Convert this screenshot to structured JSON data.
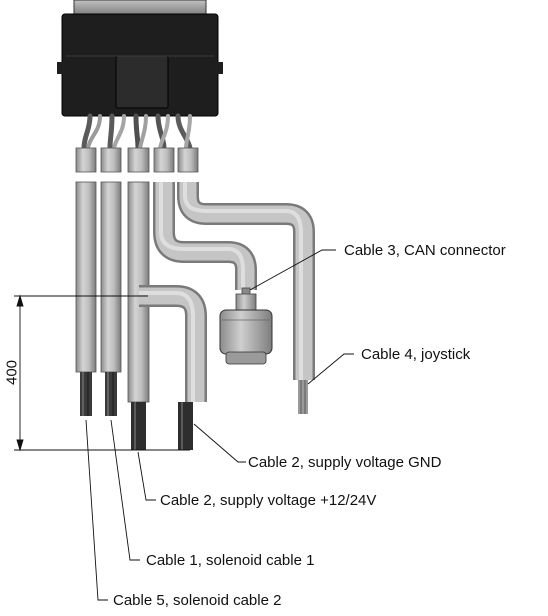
{
  "dimension": {
    "value": "400"
  },
  "labels": {
    "can_connector": "Cable 3, CAN connector",
    "joystick": "Cable 4, joystick",
    "supply_gnd": "Cable 2, supply voltage GND",
    "supply_pos": "Cable 2, supply voltage +12/24V",
    "solenoid_1": "Cable 1, solenoid cable 1",
    "solenoid_2": "Cable 5, solenoid cable 2"
  },
  "colors": {
    "connector_body": "#1e1e1e",
    "connector_top": "#9a9a9a",
    "cable": "#b7b7b7",
    "cable_dark": "#6f6f6f",
    "cable_light": "#d6d6d6",
    "cable_end": "#3a3a3a",
    "line": "#111111"
  }
}
